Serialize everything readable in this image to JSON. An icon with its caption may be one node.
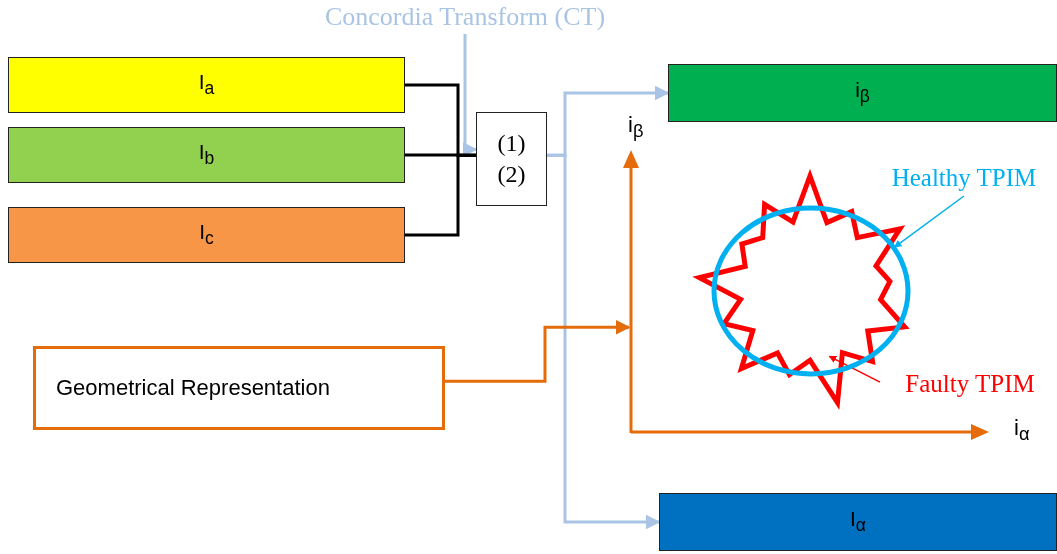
{
  "diagram": {
    "nodes": [
      {
        "text": [
          "Concordia Transform (CT)"
        ]
      },
      {
        "text": [
          "I$_{a}$"
        ]
      },
      {
        "text": [
          "I$_{b}$"
        ]
      },
      {
        "text": [
          "I$_{c}$"
        ]
      },
      {
        "text": [
          "(1) (2)"
        ]
      },
      {
        "text": [
          "i$_{β}$"
        ]
      },
      {
        "text": [
          "I$_{α}$"
        ]
      },
      {
        "text": [
          "Geometrical Representation"
        ]
      },
      {
        "text": [],
        "shape": "picture"
      },
      {
        "text": [],
        "shape": "star",
        "in": 8
      },
      {
        "text": [],
        "shape": "circle",
        "in": 9
      },
      {
        "text": [
          "Healthy TPIM"
        ]
      },
      {
        "text": [
          "Faulty TPIM"
        ]
      }
    ],
    "edges": [
      {
        "from": 0,
        "to": 4,
        "arrow": "to",
        "color": "#a9c4e4"
      },
      {
        "from": 1,
        "to": 4,
        "arrow": "none",
        "color": "#000000"
      },
      {
        "from": 2,
        "to": 4,
        "arrow": "none",
        "color": "#000000"
      },
      {
        "from": 3,
        "to": 4,
        "arrow": "none",
        "color": "#000000"
      },
      {
        "from": 4,
        "to": 5,
        "arrow": "to",
        "color": "#a9c4e4"
      },
      {
        "from": 4,
        "to": 6,
        "arrow": "to",
        "color": "#a9c4e4"
      },
      {
        "from": 7,
        "to": 8,
        "arrow": "to",
        "color": "#e46c0a"
      },
      {
        "from": 11,
        "to": 10,
        "arrow": "to",
        "color": "#00b0f0"
      },
      {
        "from": 12,
        "to": 9,
        "arrow": "to",
        "color": "#ff0000"
      }
    ],
    "labels": [
      "i$_{β}$",
      "i$_{α}$"
    ]
  }
}
